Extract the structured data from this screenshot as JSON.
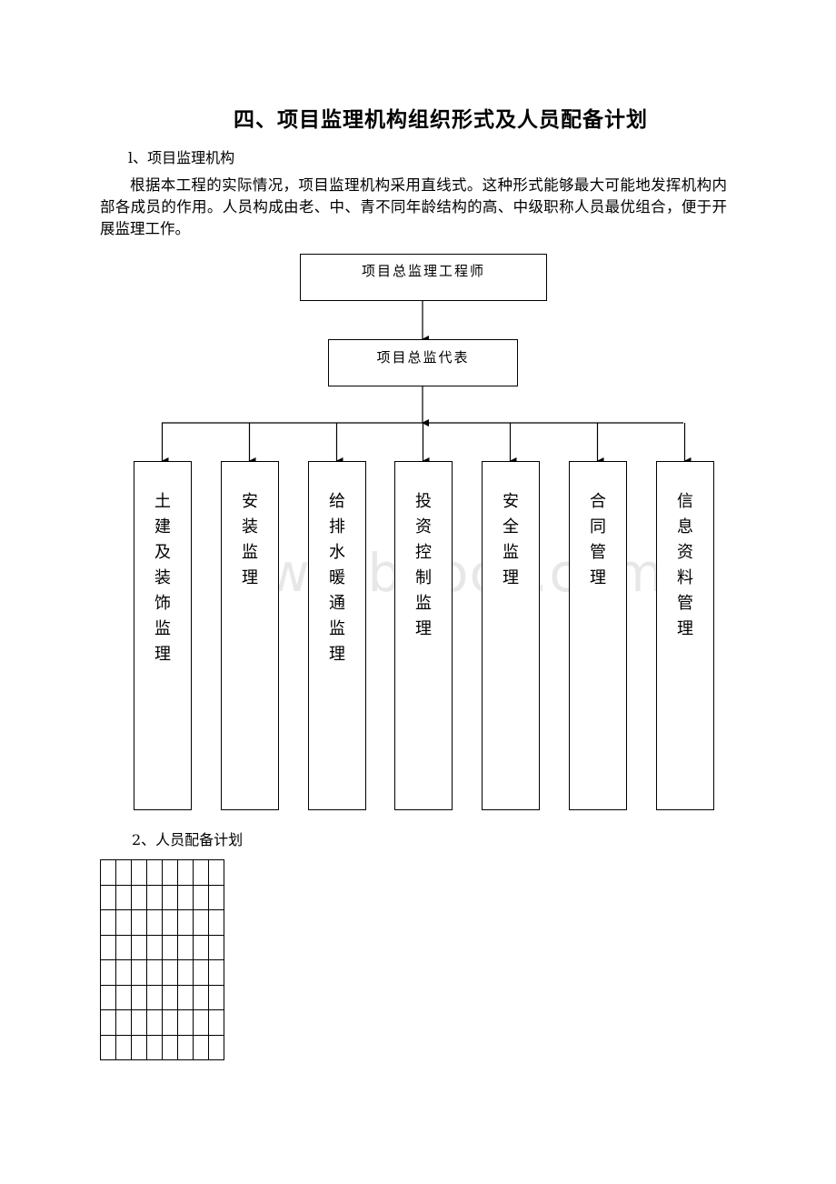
{
  "document": {
    "title": "四、项目监理机构组织形式及人员配备计划",
    "section1": "l、项目监理机构",
    "paragraph": "根据本工程的实际情况，项目监理机构采用直线式。这种形式能够最大可能地发挥机构内部各成员的作用。人员构成由老、中、青不同年龄结构的高、中级职称人员最优组合，便于开展监理工作。",
    "section2": "2、人员配备计划",
    "watermark": "www.bdocx.com"
  },
  "org_chart": {
    "top": "项目总监理工程师",
    "second": "项目总监代表",
    "departments": [
      {
        "label": "土建及装饰监理",
        "chars": [
          "土",
          "建",
          "及",
          "装",
          "饰",
          "监",
          "理"
        ]
      },
      {
        "label": "安装监理",
        "chars": [
          "安",
          "装",
          "监",
          "理"
        ]
      },
      {
        "label": "给排水暖通监理",
        "chars": [
          "给",
          "排",
          "水",
          "暖",
          "通",
          "监",
          "理"
        ]
      },
      {
        "label": "投资控制监理",
        "chars": [
          "投",
          "资",
          "控",
          "制",
          "监",
          "理"
        ]
      },
      {
        "label": "安全监理",
        "chars": [
          "安",
          "全",
          "监",
          "理"
        ]
      },
      {
        "label": "合同管理",
        "chars": [
          "合",
          "同",
          "管",
          "理"
        ]
      },
      {
        "label": "信息资料管理",
        "chars": [
          "信",
          "息",
          "资",
          "料",
          "管",
          "理"
        ]
      }
    ]
  },
  "staffing_table": {
    "rows": 8,
    "cols": 8
  }
}
